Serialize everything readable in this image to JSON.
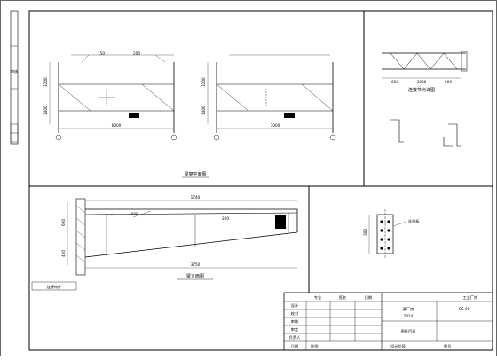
{
  "sheet": {
    "left_strip_label": "审核",
    "title_block_project": "工业厂房",
    "title_block_sheet_id": "GS-08",
    "title_block_year": "2014",
    "title_block_stamp": "某厂房",
    "bottom_label": "图纸目录"
  },
  "views": {
    "top_left": {
      "title": "屋架平面图",
      "dim_span": "6000",
      "dim_height_1": "1400",
      "dim_height_2": "3200",
      "leader_1": "150",
      "leader_2": "200"
    },
    "top_mid": {
      "dim_span": "7000",
      "dim_height_1": "1400",
      "dim_height_2": "3200"
    },
    "top_right": {
      "title": "连接节点详图",
      "dim_1": "600",
      "dim_2": "3000",
      "dim_3": "600"
    },
    "bottom_left": {
      "title": "梁立面图",
      "sub_title": "连接构件",
      "dim_top": "1740",
      "dim_bottom": "3750",
      "dim_left_1": "600",
      "dim_left_2": "450",
      "leader_a": "4000",
      "leader_b": "200"
    },
    "bottom_right": {
      "dim_plate": "300",
      "leader": "连接板"
    }
  },
  "title_block": {
    "rows": [
      "设计",
      "校对",
      "审核",
      "审定",
      "负责人",
      "日期"
    ],
    "cols": [
      "专业",
      "签名",
      "日期"
    ],
    "footer_left": "比例",
    "footer_mid": "设计阶段",
    "footer_right": "图号"
  }
}
